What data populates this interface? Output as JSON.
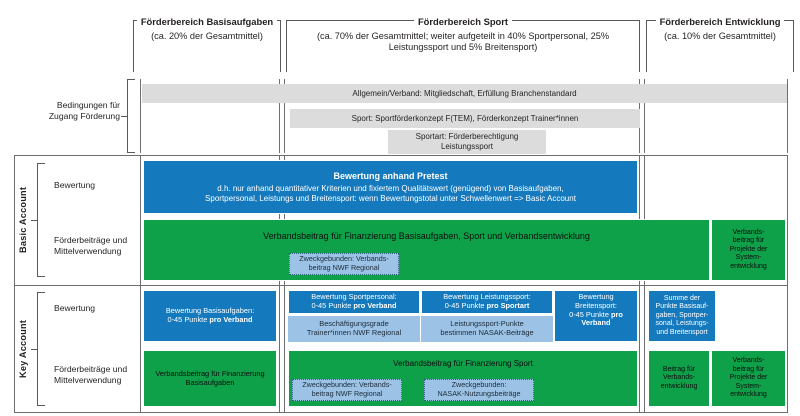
{
  "columns": [
    {
      "id": "basisaufgaben",
      "title": "Förderbereich Basisaufgaben",
      "subtitle": "(ca. 20% der Gesamtmittel)"
    },
    {
      "id": "sport",
      "title": "Förderbereich Sport",
      "subtitle": "(ca. 70% der Gesamtmittel; weiter aufgeteilt in 40% Sportpersonal, 25% Leistungssport und 5% Breitensport)"
    },
    {
      "id": "entwicklung",
      "title": "Förderbereich Entwicklung",
      "subtitle": "(ca. 10% der Gesamtmittel)"
    }
  ],
  "side_labels": {
    "conditions": "Bedingungen für\nZugang Förderung",
    "conditions_line1": "Bedingungen für",
    "conditions_line2": "Zugang Förderung",
    "basic_account": "Basic Account",
    "key_account": "Key Account"
  },
  "row_labels": {
    "basic_bewertung": "Bewertung",
    "basic_foerderbeitraege_l1": "Förderbeiträge und",
    "basic_foerderbeitraege_l2": "Mittelverwendung",
    "key_bewertung": "Bewertung",
    "key_foerderbeitraege_l1": "Förderbeiträge und",
    "key_foerderbeitraege_l2": "Mittelverwendung"
  },
  "conditions": {
    "allgemein": "Allgemein/Verband: Mitgliedschaft, Erfüllung Branchenstandard",
    "sport": "Sport: Sportförderkonzept F(TEM), Förderkonzept Trainer*innen",
    "sportart_l1": "Sportart: Förderberechtigung",
    "sportart_l2": "Leistungssport"
  },
  "basic_account": {
    "pretest_title": "Bewertung anhand Pretest",
    "pretest_l1": "d.h. nur anhand quantitativer Kriterien und fixiertem Qualitätswert (genügend) von Basisaufgaben,",
    "pretest_l2": "Sportpersonal, Leistungs  und Breitensport: wenn Bewertungstotal unter Schwellenwert => Basic Account",
    "verbandsbeitrag": "Verbandsbeitrag für Finanzierung Basisaufgaben, Sport und Verbandsentwicklung",
    "zweckgebunden_l1": "Zweckgebunden: Verbands-",
    "zweckgebunden_l2": "beitrag NWF Regional",
    "system_l1": "Verbands-",
    "system_l2": "beitrag für",
    "system_l3": "Projekte der",
    "system_l4": "System-",
    "system_l5": "entwicklung"
  },
  "key_account": {
    "bewertung_basisaufgaben_l1": "Bewertung Basisaufgaben:",
    "bewertung_basisaufgaben_l2a": "0-45 Punkte ",
    "bewertung_basisaufgaben_l2b": "pro Verband",
    "bewertung_sportpersonal_l1": "Bewertung Sportpersonal:",
    "bewertung_sportpersonal_l2a": "0-45 Punkte ",
    "bewertung_sportpersonal_l2b": "pro Verband",
    "bewertung_leistungssport_l1": "Bewertung Leistungssport:",
    "bewertung_leistungssport_l2a": "0-45 Punkte ",
    "bewertung_leistungssport_l2b": "pro Sportart",
    "bewertung_breitensport_l1": "Bewertung Breitensport:",
    "bewertung_breitensport_l2a": "0-45 Punkte ",
    "bewertung_breitensport_l2b": "pro Verband",
    "beschaeftigungsgrade_l1": "Beschäftigungsgrade",
    "beschaeftigungsgrade_l2": "Trainer*innen NWF Regional",
    "leistungspunkte_l1": "Leistungssport-Punkte",
    "leistungspunkte_l2": "bestimmen NASAK-Beiträge",
    "summe_l1": "Summe der",
    "summe_l2": "Punkte Basisauf-",
    "summe_l3": "gaben, Sportper-",
    "summe_l4": "sonal, Leistungs-",
    "summe_l5": "und Breitensport",
    "vb_basisaufgaben_l1": "Verbandsbeitrag für Finanzierung",
    "vb_basisaufgaben_l2": "Basisaufgaben",
    "vb_sport": "Verbandsbeitrag für Finanzierung Sport",
    "zweck_nwf_l1": "Zweckgebunden: Verbands-",
    "zweck_nwf_l2": "beitrag NWF Regional",
    "zweck_nasak_l1": "Zweckgebunden:",
    "zweck_nasak_l2": "NASAK-Nutzungsbeiträge",
    "beitrag_vbentw_l1": "Beitrag für",
    "beitrag_vbentw_l2": "Verbands-",
    "beitrag_vbentw_l3": "entwicklung",
    "system_l1": "Verbands-",
    "system_l2": "beitrag für",
    "system_l3": "Projekte der",
    "system_l4": "System-",
    "system_l5": "entwicklung"
  },
  "colors": {
    "blue": "#1479bd",
    "green": "#0fa04a",
    "light_blue": "#9cc3e5",
    "grey": "#dcdcdc",
    "line": "#6d6e71",
    "text": "#231f20"
  }
}
